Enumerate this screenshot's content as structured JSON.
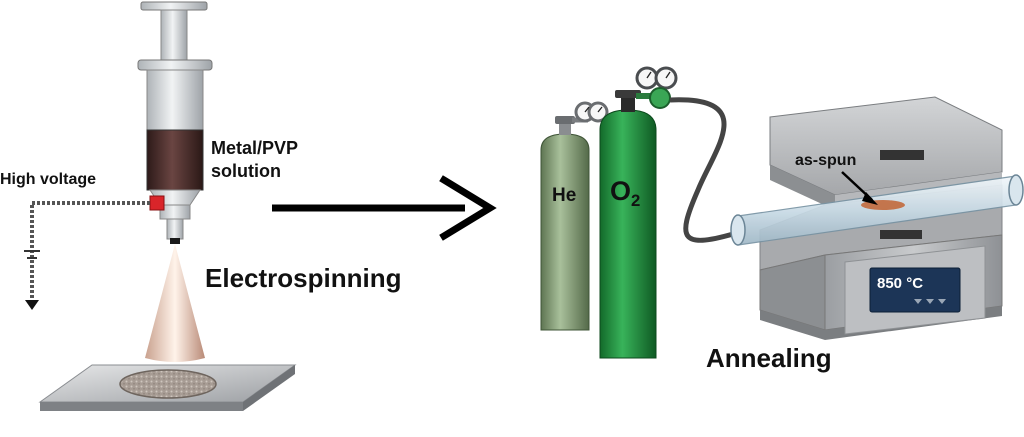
{
  "labels": {
    "high_voltage": "High voltage",
    "metal_pvp_line1": "Metal/PVP",
    "metal_pvp_line2": "solution",
    "electrospinning": "Electrospinning",
    "he": "He",
    "o2_main": "O",
    "o2_sub": "2",
    "as_spun": "as-spun",
    "annealing": "Annealing",
    "temperature": "850 °C"
  },
  "colors": {
    "syringe_gray": "#d7dbde",
    "solution_brown": "#4a2e2c",
    "nozzle_red": "#d9252a",
    "he_cylinder": "#7f9a72",
    "o2_cylinder": "#1f8a3b",
    "furnace_gray": "#a6a8ab",
    "display_blue": "#1c3557"
  },
  "icons": [
    "syringe-icon",
    "ground-symbol-icon",
    "gas-cylinder-icon",
    "pressure-gauge-icon",
    "tube-furnace-icon",
    "arrow-right-icon"
  ]
}
